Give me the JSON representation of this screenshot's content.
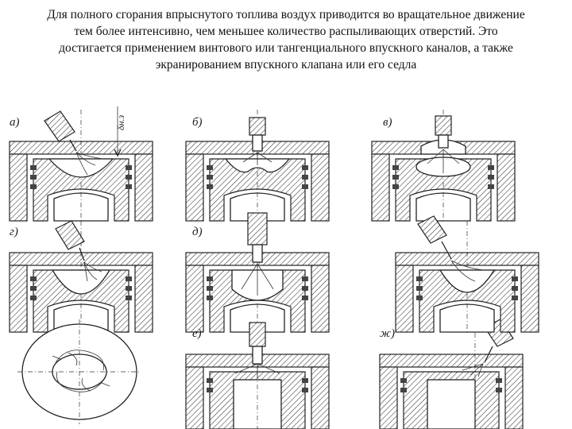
{
  "caption": {
    "line1": "Для полного сгорания впрыснутого топлива воздух приводится во вращательное движение",
    "line2": "тем более интенсивно, чем меньшее количество распыливающих отверстий. Это",
    "line3": "достигается применением винтового или тангенциального впускного каналов, а также",
    "line4": "экранированием впускного клапана или его седла"
  },
  "figure": {
    "panels": [
      {
        "label": "а)"
      },
      {
        "label": "б)"
      },
      {
        "label": "в)"
      },
      {
        "label": "г)"
      },
      {
        "label": "д)"
      },
      {
        "label": "е)"
      },
      {
        "label": "ж)"
      }
    ],
    "dimension_label": "δн.з"
  }
}
